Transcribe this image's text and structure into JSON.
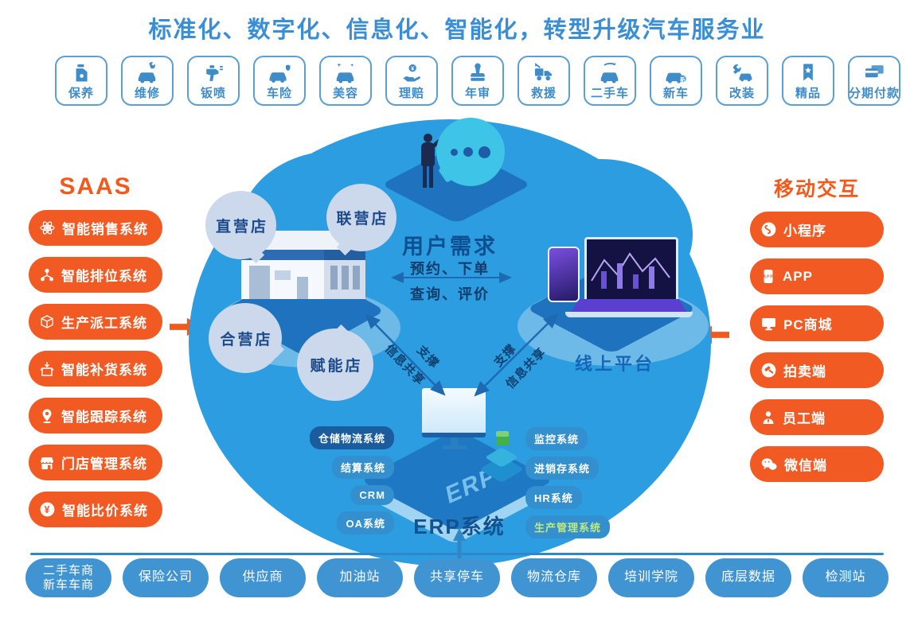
{
  "title": "标准化、数字化、信息化、智能化，转型升级汽车服务业",
  "services": [
    {
      "icon": "oil-icon",
      "label": "保养"
    },
    {
      "icon": "car-repair-icon",
      "label": "维修"
    },
    {
      "icon": "spray-gun-icon",
      "label": "钣喷"
    },
    {
      "icon": "car-shield-icon",
      "label": "车险"
    },
    {
      "icon": "car-shine-icon",
      "label": "美容"
    },
    {
      "icon": "hand-coin-icon",
      "label": "理赔"
    },
    {
      "icon": "stamp-icon",
      "label": "年审"
    },
    {
      "icon": "tow-truck-icon",
      "label": "救援"
    },
    {
      "icon": "car-exchange-icon",
      "label": "二手车"
    },
    {
      "icon": "car-badge-icon",
      "label": "新车"
    },
    {
      "icon": "wrench-car-icon",
      "label": "改装"
    },
    {
      "icon": "ribbon-star-icon",
      "label": "精品"
    },
    {
      "icon": "credit-cards-icon",
      "label": "分期付款"
    }
  ],
  "saas": {
    "header": "SAAS",
    "items": [
      {
        "icon": "atom-icon",
        "label": "智能销售系统"
      },
      {
        "icon": "org-chart-icon",
        "label": "智能排位系统"
      },
      {
        "icon": "box-icon",
        "label": "生产派工系统"
      },
      {
        "icon": "box-arrow-icon",
        "label": "智能补货系统"
      },
      {
        "icon": "location-pin-icon",
        "label": "智能跟踪系统"
      },
      {
        "icon": "store-icon",
        "label": "门店管理系统"
      },
      {
        "icon": "yuan-coin-icon",
        "label": "智能比价系统"
      }
    ]
  },
  "mobile": {
    "header": "移动交互",
    "items": [
      {
        "icon": "miniprogram-icon",
        "label": "小程序"
      },
      {
        "icon": "app-icon",
        "label": "APP"
      },
      {
        "icon": "monitor-icon",
        "label": "PC商城"
      },
      {
        "icon": "gavel-icon",
        "label": "拍卖端"
      },
      {
        "icon": "staff-icon",
        "label": "员工端"
      },
      {
        "icon": "wechat-icon",
        "label": "微信端"
      }
    ]
  },
  "center": {
    "user_demand": "用户需求",
    "demand_line1": "预约、下单",
    "demand_line2": "查询、评价",
    "stores": {
      "direct": "直营店",
      "joint": "联营店",
      "coop": "合营店",
      "enabled": "赋能店"
    },
    "online_platform": "线上平台",
    "support": "支撑",
    "share": "信息共享",
    "erp_watermark": "ERP",
    "erp_title": "ERP系统",
    "erp_left": [
      "仓储物流系统",
      "结算系统",
      "CRM",
      "OA系统"
    ],
    "erp_right": [
      "监控系统",
      "进销存系统",
      "HR系统",
      "生产管理系统"
    ]
  },
  "partners": [
    "二手车商\n新车车商",
    "保险公司",
    "供应商",
    "加油站",
    "共享停车",
    "物流仓库",
    "培训学院",
    "底层数据",
    "检测站"
  ],
  "colors": {
    "title_blue": "#3a8ed6",
    "icon_blue": "#3f8cc9",
    "accent_orange": "#f15a22",
    "blob_blue": "#2b9de0",
    "platform_blue": "#1f72be",
    "bubble_bg": "#ccd9ec",
    "tag_blue": "#338fcd",
    "partner_blue": "#4094d2",
    "navy_text": "#0e4f92"
  }
}
